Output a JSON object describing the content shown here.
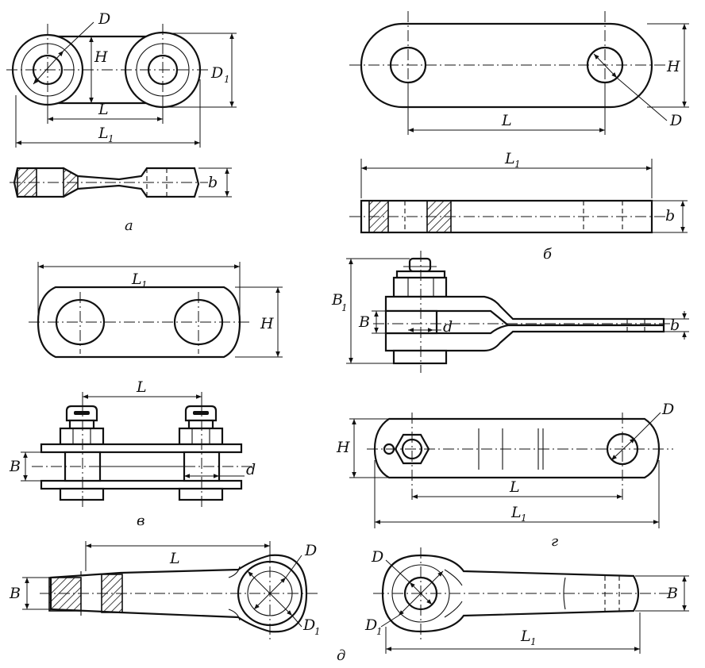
{
  "labels": {
    "D": "D",
    "H": "H",
    "L": "L",
    "L1": "L",
    "D1": "D",
    "b": "b",
    "B": "B",
    "B1": "B",
    "d": "d",
    "sub1": "1"
  },
  "captions": {
    "a": "a",
    "b": "б",
    "v": "в",
    "g": "г",
    "d": "д"
  }
}
